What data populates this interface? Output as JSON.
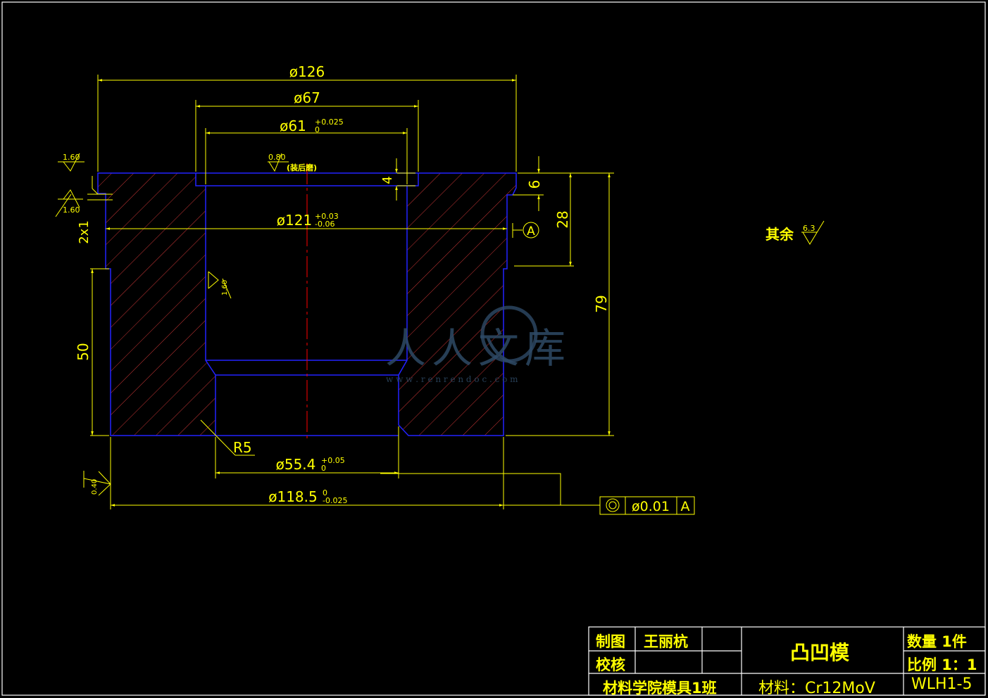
{
  "colors": {
    "background": "#000000",
    "frame": "#ffffff",
    "outline": "#2222ff",
    "dimension": "#ffff00",
    "hatch": "#ff4444",
    "centerline": "#ff0000",
    "watermark": "#2e4a66"
  },
  "dimensions": {
    "d126": "ø126",
    "d67": "ø67",
    "d61": "ø61",
    "d61_tol_upper": "+0.025",
    "d61_tol_lower": "0",
    "d121": "ø121",
    "d121_tol_upper": "+0.03",
    "d121_tol_lower": "-0.06",
    "d55": "ø55.4",
    "d55_tol_upper": "+0.05",
    "d55_tol_lower": "0",
    "d118": "ø118.5",
    "d118_tol_upper": "0",
    "d118_tol_lower": "-0.025",
    "h4": "4",
    "h6": "6",
    "h28": "28",
    "h79": "79",
    "h50": "50",
    "chamfer": "2x1",
    "radius": "R5"
  },
  "roughness": {
    "top_left": "1.60",
    "left_step": "1.60",
    "bore": "1.60",
    "bottom": "0.40",
    "ground": "0.80",
    "ground_note": "(装后磨)",
    "rest_label": "其余",
    "rest_value": "6.3"
  },
  "datum": {
    "label": "A"
  },
  "tolerance_frame": {
    "symbol": "concentricity",
    "value": "ø0.01",
    "datum": "A"
  },
  "title_block": {
    "drawn_label": "制图",
    "drawn_name": "王丽杭",
    "check_label": "校核",
    "school": "材料学院模具1班",
    "part_name": "凸凹模",
    "material": "材料：Cr12MoV",
    "quantity": "数量  1件",
    "scale": "比例  1：1",
    "drawing_no": "WLH1-5"
  },
  "watermark": {
    "text": "人人文库",
    "url": "w w w . r e n r e n d o c . c o m"
  }
}
